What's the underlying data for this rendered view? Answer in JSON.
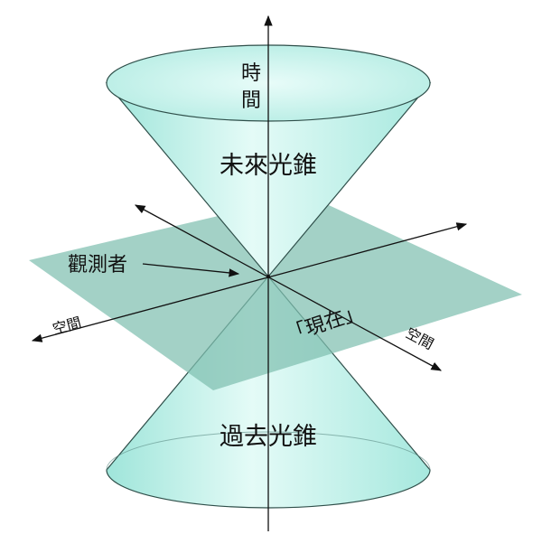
{
  "labels": {
    "time_line1": "時",
    "time_line2": "間",
    "future_cone": "未來光錐",
    "past_cone": "過去光錐",
    "observer": "觀測者",
    "space_left": "空間",
    "space_right": "空間",
    "present": "「現在」"
  },
  "colors": {
    "cone_fill": "#c4f2ec",
    "cone_highlight": "#e6fbf8",
    "plane_fill": "#7fbfb0",
    "line": "#111111",
    "cone_edge": "#2f4f4a"
  }
}
